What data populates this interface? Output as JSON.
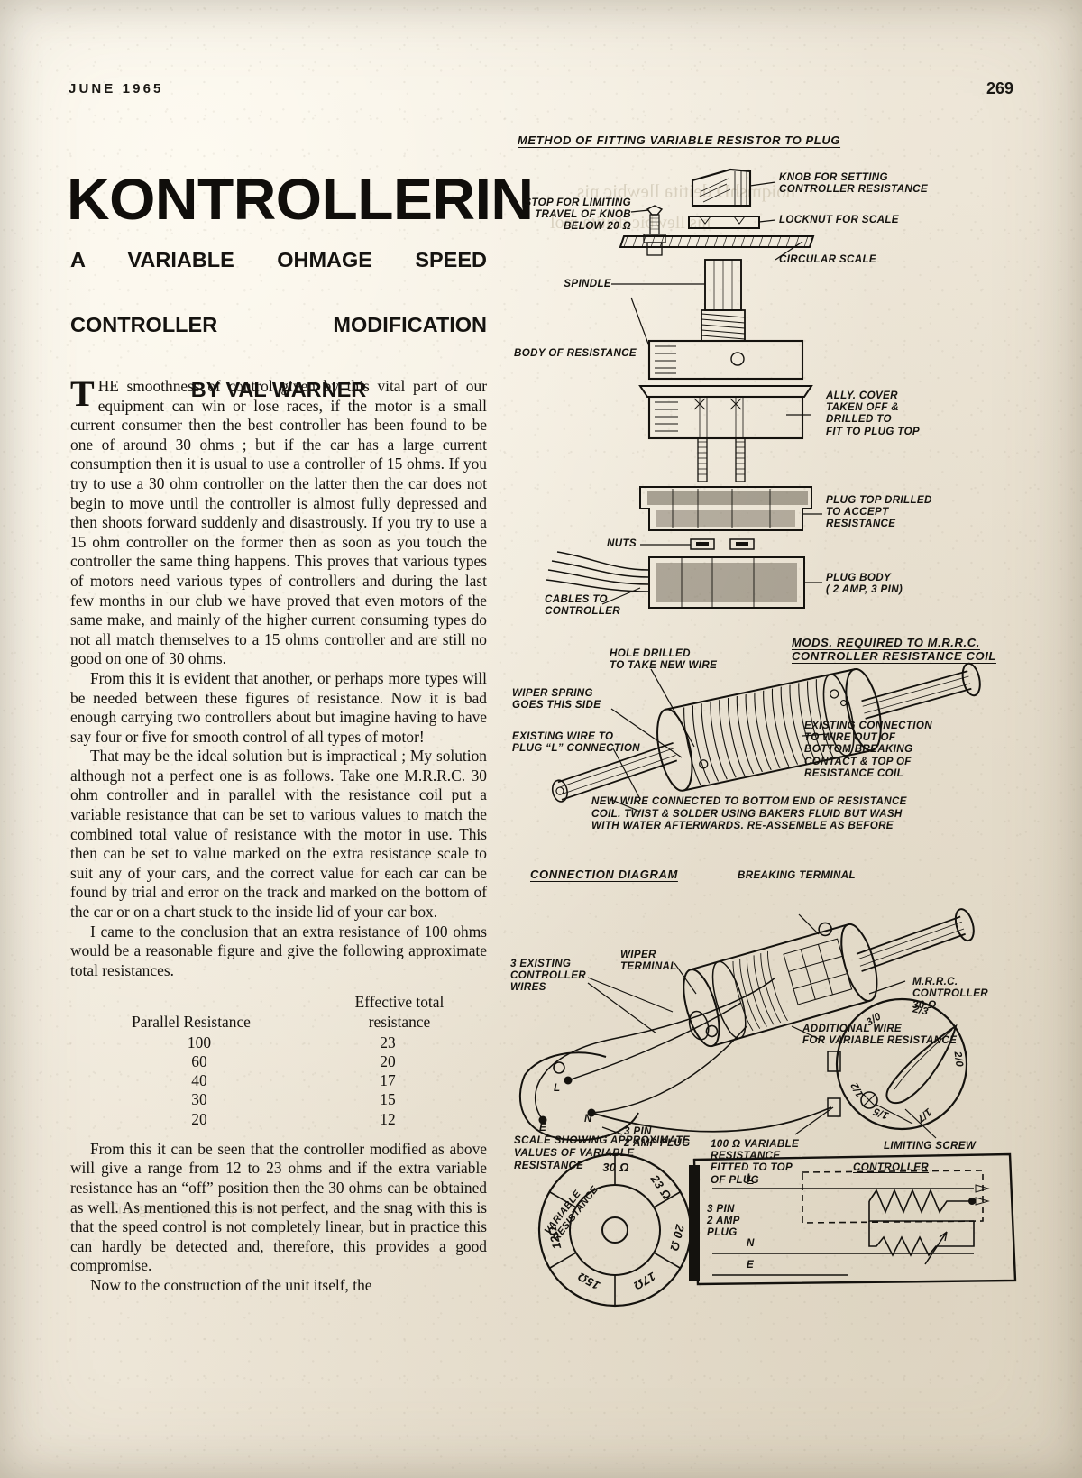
{
  "page": {
    "issue_date": "JUNE 1965",
    "folio": "269",
    "headline": "KONTROLLERIN",
    "deck_line1": "A VARIABLE OHMAGE SPEED",
    "deck_line2": "CONTROLLER MODIFICATION",
    "deck_line3": "BY VAL WARNER"
  },
  "article": {
    "dropcap": "T",
    "para1": "HE smoothness of control given by this vital part of our equipment can win or lose races, if the motor is a small current consumer then the best controller has been found to be one of around 30 ohms ; but if the car has a large current consumption then it is usual to use a controller of 15 ohms. If you try to use a 30 ohm controller on the latter then the car does not begin to move until the controller is almost fully depressed and then shoots forward suddenly and disastrously. If you try to use a 15 ohm controller on the former then as soon as you touch the controller the same thing happens. This proves that various types of motors need various types of controllers and during the last few months in our club we have proved that even motors of the same make, and mainly of the higher current consuming types do not all match themselves to a 15 ohms controller and are still no good on one of 30 ohms.",
    "para2": "From this it is evident that another, or perhaps more types will be needed between these figures of resistance. Now it is bad enough carrying two controllers about but imagine having to have say four or five for smooth control of all types of motor!",
    "para3": "That may be the ideal solution but is impractical ; My solution although not a perfect one is as follows. Take one M.R.R.C. 30 ohm controller and in parallel with the resistance coil put a variable resistance that can be set to various values to match the combined total value of resistance with the motor in use. This then can be set to value marked on the extra resistance scale to suit any of your cars, and the correct value for each car can be found by trial and error on the track and marked on the bottom of the car or on a chart stuck to the inside lid of your car box.",
    "para4": "I came to the conclusion that an extra resistance of 100 ohms would be a reasonable figure and give the following approximate total resistances.",
    "para5": "From this it can be seen that the controller modified as above will give a range from 12 to 23 ohms and if the extra variable resistance has an “off” position then the 30 ohms can be obtained as well. As mentioned this is not perfect, and the snag with this is that the speed control is not completely linear, but in practice this can hardly be detected and, therefore, this provides a good compromise.",
    "para6": "Now to the construction of the unit itself, the"
  },
  "resistance_table": {
    "header_col1": "Parallel Resistance",
    "header_col2_top": "Effective total",
    "header_col2_bottom": "resistance",
    "rows": [
      {
        "parallel": "100",
        "effective": "23"
      },
      {
        "parallel": "60",
        "effective": "20"
      },
      {
        "parallel": "40",
        "effective": "17"
      },
      {
        "parallel": "30",
        "effective": "15"
      },
      {
        "parallel": "20",
        "effective": "12"
      }
    ]
  },
  "figure1": {
    "title": "METHOD OF FITTING VARIABLE RESISTOR TO PLUG",
    "labels": {
      "stop": "STOP FOR LIMITING\nTRAVEL OF KNOB\nBELOW 20 Ω",
      "spindle": "SPINDLE",
      "body": "BODY OF RESISTANCE",
      "knob": "KNOB FOR SETTING\nCONTROLLER RESISTANCE",
      "locknut": "LOCKNUT FOR SCALE",
      "scale": "CIRCULAR SCALE",
      "cover": "ALLY. COVER\nTAKEN OFF &\nDRILLED TO\nFIT TO PLUG TOP",
      "plug_top": "PLUG TOP DRILLED\nTO ACCEPT\nRESISTANCE",
      "nuts": "NUTS",
      "plug_body": "PLUG BODY\n( 2 AMP, 3 PIN)",
      "cables": "CABLES TO\nCONTROLLER"
    }
  },
  "figure2": {
    "title": "MODS. REQUIRED TO M.R.R.C.\nCONTROLLER RESISTANCE COIL",
    "labels": {
      "hole": "HOLE DRILLED\nTO TAKE NEW WIRE",
      "wiper": "WIPER SPRING\nGOES THIS SIDE",
      "existing_wire": "EXISTING WIRE TO\nPLUG “L” CONNECTION",
      "existing_conn": "EXISTING CONNECTION\nTO WIRE OUT OF\nBOTTOM BREAKING\nCONTACT & TOP OF\nRESISTANCE COIL",
      "caption": "NEW WIRE CONNECTED TO BOTTOM END OF RESISTANCE\nCOIL. TWIST & SOLDER USING BAKERS FLUID BUT WASH\nWITH WATER AFTERWARDS. RE-ASSEMBLE AS BEFORE"
    }
  },
  "figure3": {
    "title": "CONNECTION DIAGRAM",
    "labels": {
      "breaking_terminal": "BREAKING TERMINAL",
      "existing_wires": "3 EXISTING\nCONTROLLER\nWIRES",
      "wiper_terminal": "WIPER\nTERMINAL",
      "mrrc": "M.R.R.C.\nCONTROLLER\n30 Ω",
      "additional_wire": "ADDITIONAL WIRE\nFOR VARIABLE RESISTANCE",
      "plug": "3 PIN\n2 AMP PLUG",
      "variable_res": "100 Ω VARIABLE\nRESISTANCE\nFITTED TO TOP\nOF PLUG",
      "limiting_screw": "LIMITING SCREW",
      "pin_l": "L",
      "pin_n": "N",
      "pin_e": "E"
    },
    "dial_marks": [
      "3/0",
      "2/3",
      "2/0",
      "1/7",
      "1/5",
      "1/2"
    ]
  },
  "figure4": {
    "title": "SCALE SHOWING APPROXIMATE\nVALUES OF VARIABLE\nRESISTANCE",
    "arc_label": "VARIABLE RESISTANCE",
    "segments": [
      "30 Ω",
      "23 Ω",
      "20 Ω",
      "17Ω",
      "15Ω",
      "12Ω"
    ]
  },
  "figure5": {
    "labels": {
      "controller": "CONTROLLER",
      "plug": "3 PIN\n2 AMP\nPLUG",
      "pin_l": "L",
      "pin_n": "N",
      "pin_e": "E"
    }
  },
  "colors": {
    "paper": "#f2ece0",
    "ink": "#14120e",
    "bleed": "#b9ae96"
  }
}
